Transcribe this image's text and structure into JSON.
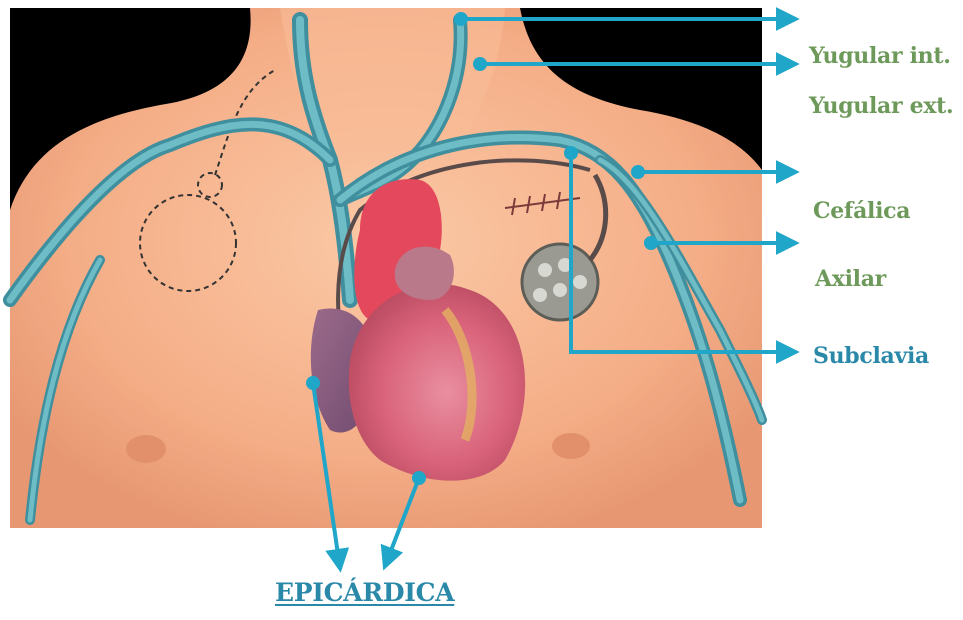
{
  "labels": {
    "yugular_int": "Yugular int.",
    "yugular_ext": "Yugular ext.",
    "cefalica": "Cefálica",
    "axilar": "Axilar",
    "subclavia": "Subclavia",
    "epicardica": "EPICÁRDICA"
  },
  "colors": {
    "background_dark": "#000000",
    "skin": "#f6b28a",
    "vein": "#4fa7b4",
    "arrow": "#1fa6c8",
    "label_green": "#6d9a5a",
    "label_blue": "#2a88a8",
    "heart": "#d9637a",
    "aorta": "#e4485c"
  }
}
